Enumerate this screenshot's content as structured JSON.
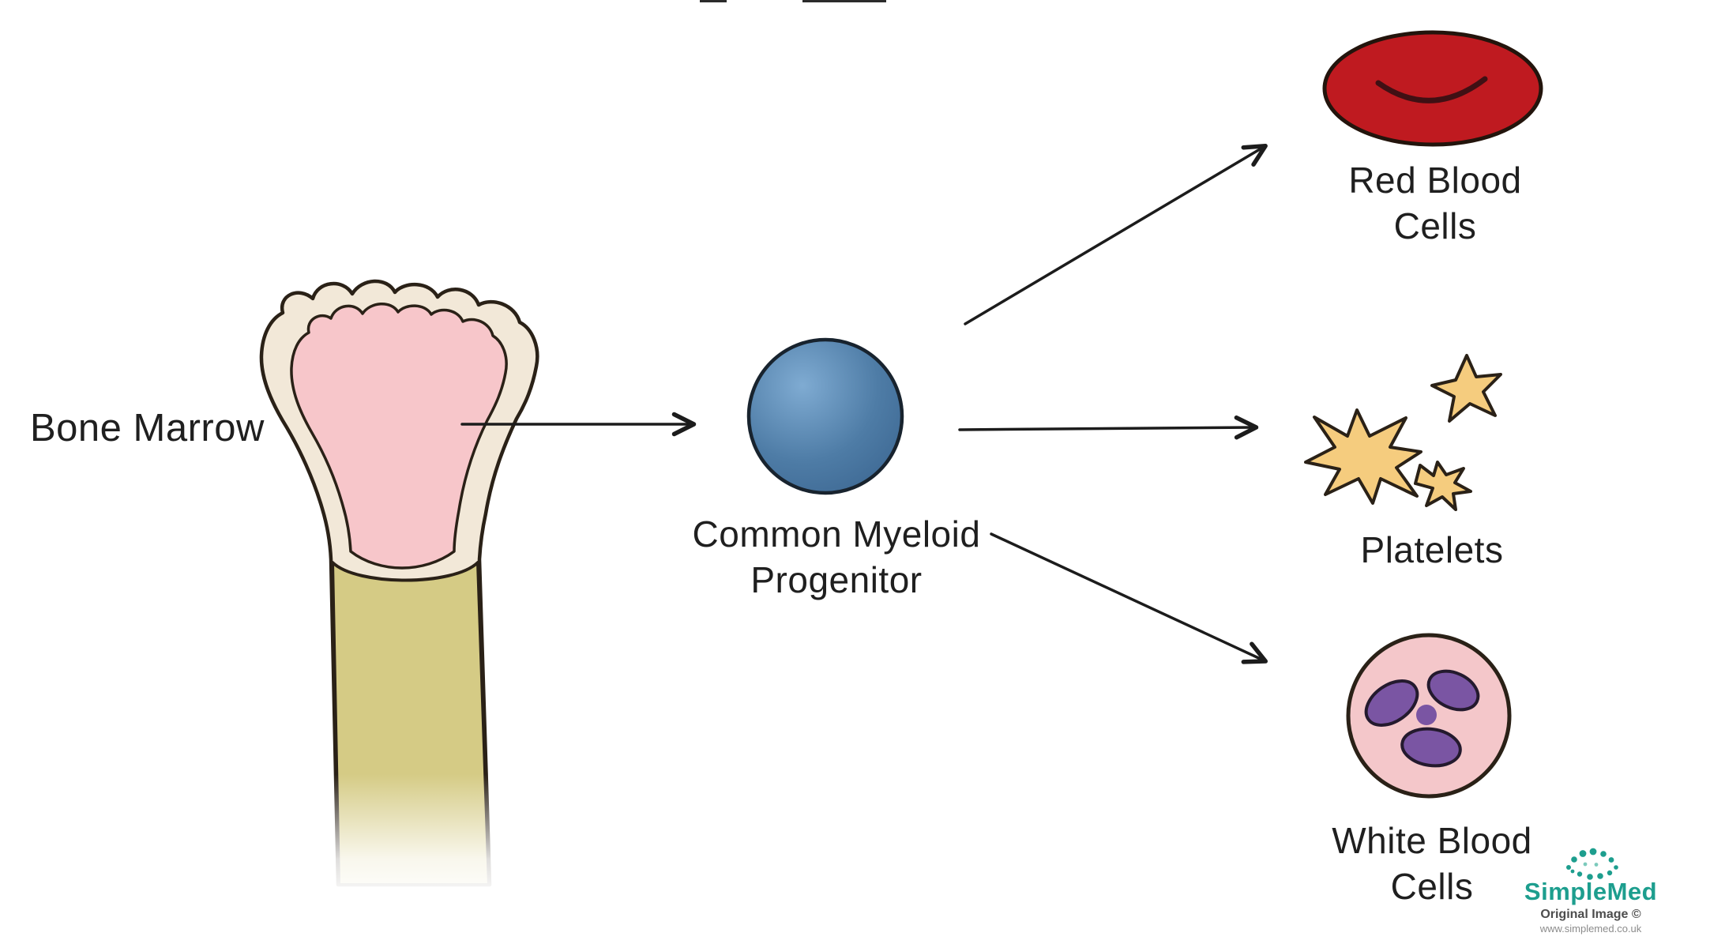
{
  "diagram": {
    "bone_marrow_label": "Bone Marrow",
    "progenitor": {
      "line1": "Common Myeloid",
      "line2": "Progenitor"
    },
    "red_blood_cells": {
      "line1": "Red Blood",
      "line2": "Cells"
    },
    "platelets_label": "Platelets",
    "white_blood_cells": {
      "line1": "White Blood",
      "line2": "Cells"
    }
  },
  "watermark": {
    "brand": "SimpleMed",
    "attribution": "Original Image ©",
    "url": "www.simplemed.co.uk"
  },
  "colors": {
    "bone_cream": "#f2e8d8",
    "marrow_pink": "#f7c6ca",
    "shaft_khaki": "#d5cb85",
    "progenitor_blue": "#4a7aa8",
    "rbc_red": "#bf1a20",
    "platelet_yellow": "#f5cc7e",
    "wbc_pink": "#f4c7ca",
    "nucleus_purple": "#7a55a3",
    "outline_dark": "#2a2117",
    "arrow_black": "#1c1c1c",
    "brand_teal": "#1d9e8e"
  }
}
